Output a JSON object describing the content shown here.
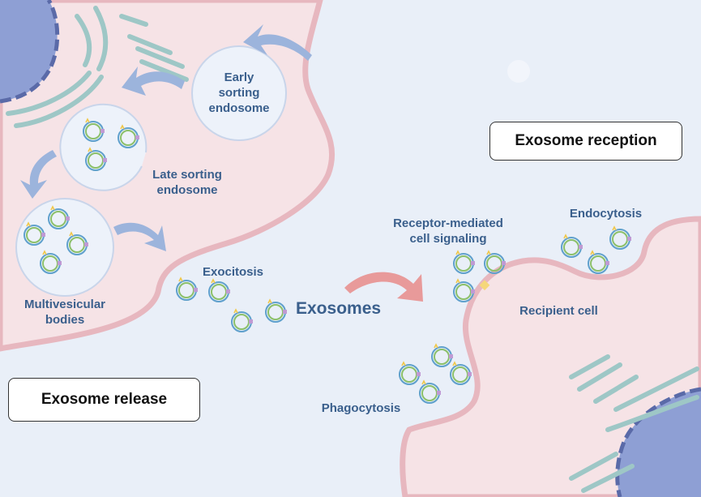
{
  "labels": {
    "early_sorting_endosome": "Early\nsorting\nendosome",
    "late_sorting_endosome": "Late sorting\nendosome",
    "multivesicular_bodies": "Multivesicular\nbodies",
    "exocitosis": "Exocitosis",
    "exosomes": "Exosomes",
    "receptor_mediated": "Receptor-mediated\ncell signaling",
    "endocytosis": "Endocytosis",
    "recipient_cell": "Recipient cell",
    "phagocytosis": "Phagocytosis"
  },
  "boxes": {
    "exosome_release": "Exosome release",
    "exosome_reception": "Exosome reception"
  },
  "colors": {
    "background": "#e9eff8",
    "cell_fill": "#f6e3e6",
    "cell_edge": "#e7b7bf",
    "nucleus": "#8e9fd4",
    "organelle": "#9ec7c6",
    "arrow_blue": "#9cb4dc",
    "arrow_pink": "#e89a9a",
    "vesicle_blue": "#5fa0cc",
    "vesicle_green": "#8cc06a",
    "label_text": "#3a5f8c"
  }
}
